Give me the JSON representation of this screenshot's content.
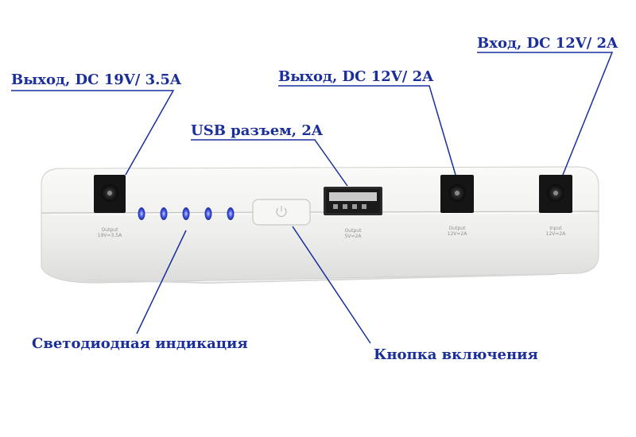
{
  "labels": {
    "output_19v": "Выход, DC 19V/ 3.5A",
    "output_12v": "Выход, DC 12V/ 2A",
    "input_12v": "Вход, DC 12V/ 2A",
    "usb": "USB разъем, 2A",
    "led": "Светодиодная индикация",
    "power_button": "Кнопка включения"
  },
  "ports": {
    "out19": {
      "line1": "Output",
      "line2": "19V=3.5A"
    },
    "usb": {
      "line1": "Output",
      "line2": "5V=2A"
    },
    "out12": {
      "line1": "Output",
      "line2": "12V=2A"
    },
    "in12": {
      "line1": "Input",
      "line2": "12V=2A"
    }
  },
  "colors": {
    "label": "#1a2e9c",
    "callout_line": "#1a2e9c",
    "device_body": "#f4f4f2",
    "led": "#3a4ad8"
  }
}
